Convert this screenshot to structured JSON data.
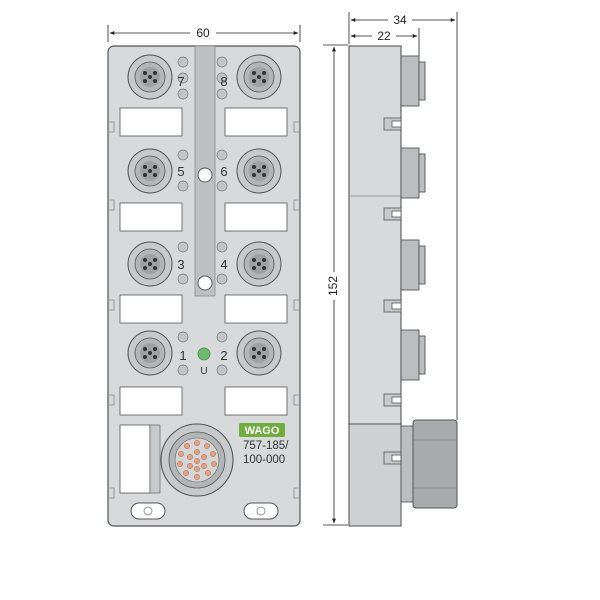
{
  "dimensions": {
    "width": "60",
    "depth_total": "34",
    "depth_body": "22",
    "height": "152"
  },
  "ports": [
    "7",
    "8",
    "5",
    "6",
    "3",
    "4",
    "1",
    "2"
  ],
  "status_led_label": "U",
  "brand": "WAGO",
  "model_line1": "757-185/",
  "model_line2": "100-000",
  "colors": {
    "housing": "#d8d9da",
    "outline": "#555555",
    "led_off": "#c4c5c6",
    "led_status": "#6fb86f",
    "brand_bg": "#6fae3e",
    "connector_pins": "#e9a07e"
  }
}
